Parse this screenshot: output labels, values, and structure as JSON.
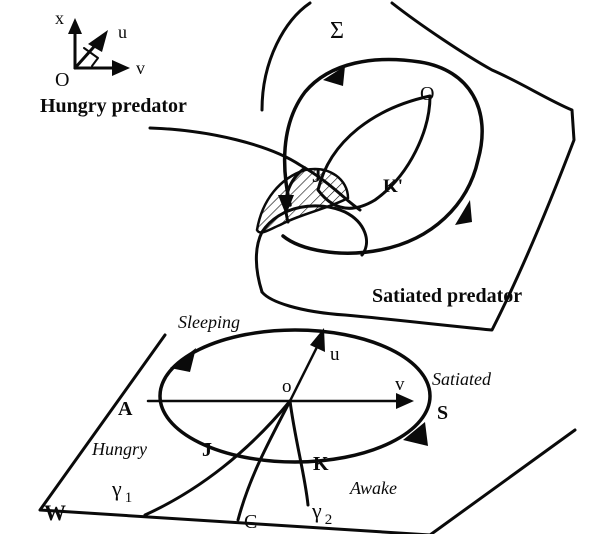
{
  "labels": {
    "axis_x": "x",
    "axis_u": "u",
    "axis_v": "v",
    "axis_origin": "O",
    "sigma": "Σ",
    "surface_o": "O",
    "hungry_predator": "Hungry predator",
    "satiated_predator": "Satiated predator",
    "j_prime": "J'",
    "k_prime": "K'",
    "sleeping": "Sleeping",
    "satiated": "Satiated",
    "hungry": "Hungry",
    "awake": "Awake",
    "plane_u": "u",
    "plane_v": "v",
    "plane_o": "o",
    "a": "A",
    "s": "S",
    "j": "J",
    "k": "K",
    "w": "W",
    "c": "C",
    "gamma": "γ",
    "gamma1_sub": "1",
    "gamma2_sub": "2"
  },
  "colors": {
    "ink": "#0a0a0a",
    "background": "#ffffff"
  }
}
